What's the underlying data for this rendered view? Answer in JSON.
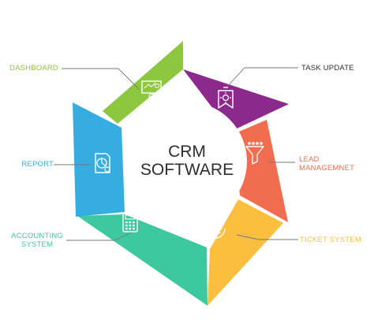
{
  "center": {
    "line1": "CRM",
    "line2": "SOFTWARE"
  },
  "segments": [
    {
      "label": "TASK UPDATE",
      "label_lines": [
        "TASK UPDATE"
      ],
      "color": "#8b2a8c",
      "icon": "bookmark-gear-icon"
    },
    {
      "label": "LEAD MANAGEMNET",
      "label_lines": [
        "LEAD",
        "MANAGEMNET"
      ],
      "color": "#f26c4f",
      "icon": "funnel-icon"
    },
    {
      "label": "TICKET SYSTEM",
      "label_lines": [
        "TICKET SYSTEM"
      ],
      "color": "#fbbf3f",
      "icon": "gear-cycle-icon"
    },
    {
      "label": "ACCOUNTING SYSTEM",
      "label_lines": [
        "ACCOUNTING",
        "SYSTEM"
      ],
      "color": "#3ec8a0",
      "icon": "calculator-icon"
    },
    {
      "label": "REPORT",
      "label_lines": [
        "REPORT"
      ],
      "color": "#35ade0",
      "icon": "report-chart-icon"
    },
    {
      "label": "DASHBOARD",
      "label_lines": [
        "DASHBOARD"
      ],
      "color": "#8dc63f",
      "icon": "dashboard-presenter-icon"
    }
  ],
  "text_color": "#2d2d2d",
  "line_color": "#777777"
}
